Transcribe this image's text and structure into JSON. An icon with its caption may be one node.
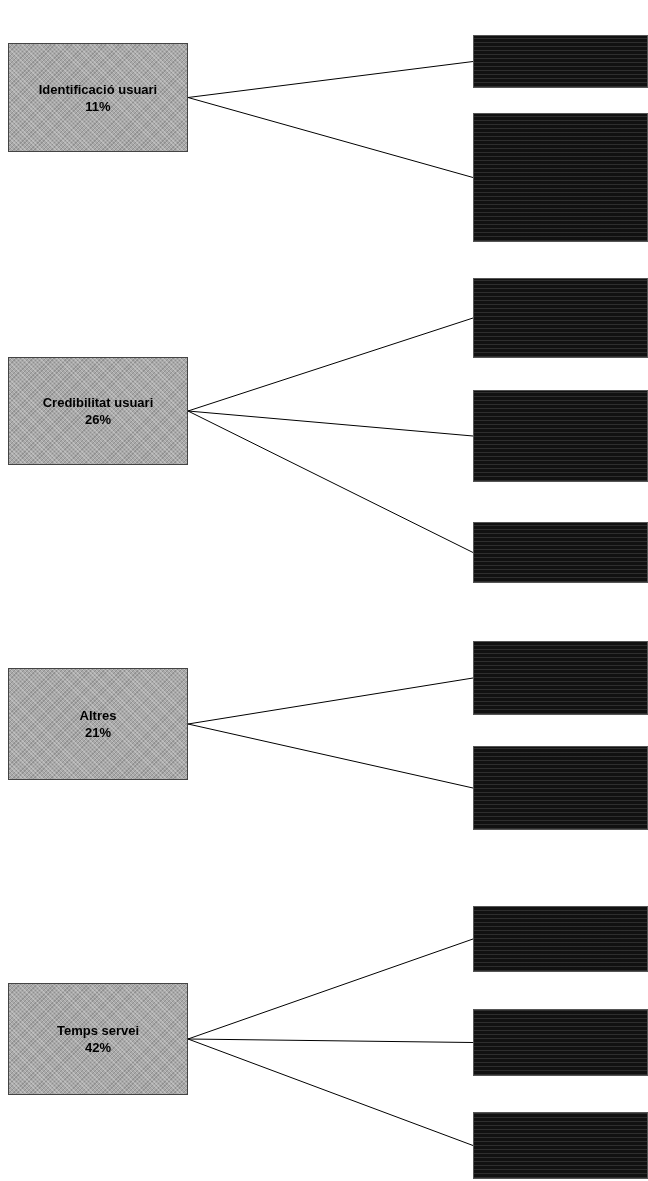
{
  "diagram": {
    "nodes": [
      {
        "text": [
          "Identificació usuari",
          "11%"
        ]
      },
      {
        "text": [],
        "shape": "box"
      },
      {
        "text": [],
        "shape": "box"
      },
      {
        "text": [
          "Credibilitat usuari",
          "26%"
        ]
      },
      {
        "text": [],
        "shape": "box"
      },
      {
        "text": [],
        "shape": "box"
      },
      {
        "text": [],
        "shape": "box"
      },
      {
        "text": [
          "Altres",
          "21%"
        ]
      },
      {
        "text": [],
        "shape": "box"
      },
      {
        "text": [],
        "shape": "box"
      },
      {
        "text": [
          "Temps servei",
          "42%"
        ]
      },
      {
        "text": [],
        "shape": "box"
      },
      {
        "text": [],
        "shape": "box"
      },
      {
        "text": [],
        "shape": "box"
      }
    ],
    "edges": [
      {
        "from": 0,
        "to": 1,
        "arrow": "none"
      },
      {
        "from": 0,
        "to": 2,
        "arrow": "none"
      },
      {
        "from": 3,
        "to": 4,
        "arrow": "none"
      },
      {
        "from": 3,
        "to": 5,
        "arrow": "none"
      },
      {
        "from": 3,
        "to": 6,
        "arrow": "none"
      },
      {
        "from": 7,
        "to": 8,
        "arrow": "none"
      },
      {
        "from": 7,
        "to": 9,
        "arrow": "none"
      },
      {
        "from": 10,
        "to": 11,
        "arrow": "none"
      },
      {
        "from": 10,
        "to": 12,
        "arrow": "none"
      },
      {
        "from": 10,
        "to": 13,
        "arrow": "none"
      }
    ]
  }
}
